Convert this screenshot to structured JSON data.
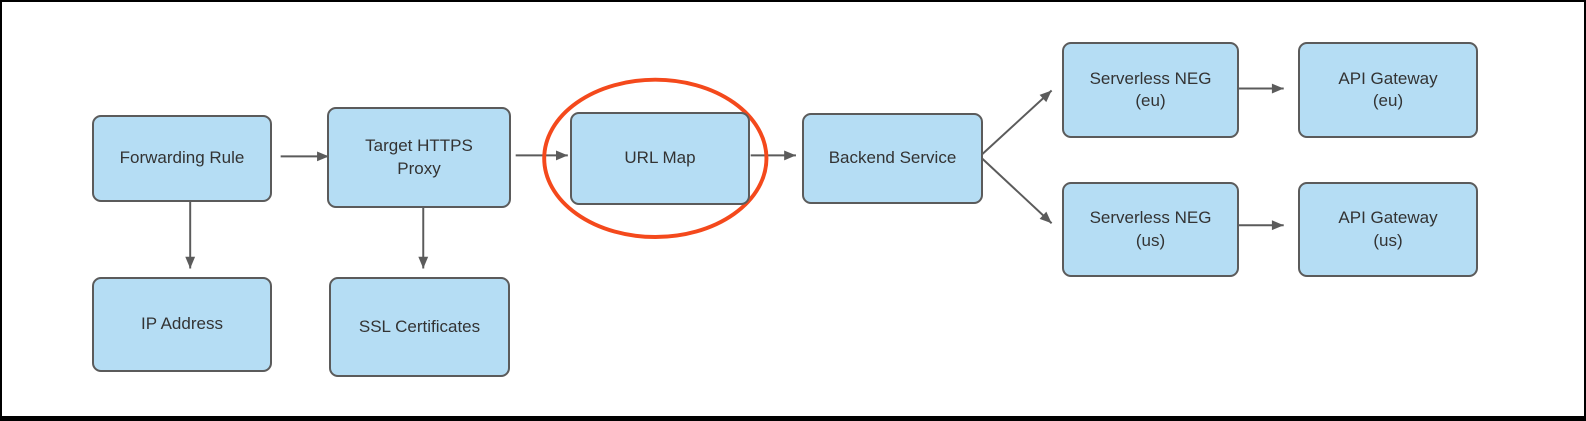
{
  "diagram": {
    "nodes": {
      "forwarding_rule": {
        "label": "Forwarding Rule"
      },
      "target_https_proxy": {
        "label": "Target HTTPS\nProxy"
      },
      "url_map": {
        "label": "URL Map"
      },
      "backend_service": {
        "label": "Backend Service"
      },
      "serverless_neg_eu": {
        "label": "Serverless NEG\n(eu)"
      },
      "api_gateway_eu": {
        "label": "API Gateway\n(eu)"
      },
      "serverless_neg_us": {
        "label": "Serverless NEG\n(us)"
      },
      "api_gateway_us": {
        "label": "API Gateway\n(us)"
      },
      "ip_address": {
        "label": "IP Address"
      },
      "ssl_certificates": {
        "label": "SSL Certificates"
      }
    },
    "edges": [
      {
        "from": "Forwarding Rule",
        "to": "Target HTTPS Proxy"
      },
      {
        "from": "Forwarding Rule",
        "to": "IP Address"
      },
      {
        "from": "Target HTTPS Proxy",
        "to": "URL Map"
      },
      {
        "from": "Target HTTPS Proxy",
        "to": "SSL Certificates"
      },
      {
        "from": "URL Map",
        "to": "Backend Service"
      },
      {
        "from": "Backend Service",
        "to": "Serverless NEG (eu)"
      },
      {
        "from": "Backend Service",
        "to": "Serverless NEG (us)"
      },
      {
        "from": "Serverless NEG (eu)",
        "to": "API Gateway (eu)"
      },
      {
        "from": "Serverless NEG (us)",
        "to": "API Gateway (us)"
      }
    ],
    "annotation": {
      "shape": "ellipse",
      "around": "URL Map",
      "color": "#f4491c"
    },
    "colors": {
      "node_fill": "#b5ddf4",
      "node_border": "#5b5b5b",
      "arrow": "#5b5b5b",
      "highlight": "#f4491c",
      "text": "#333333"
    }
  }
}
